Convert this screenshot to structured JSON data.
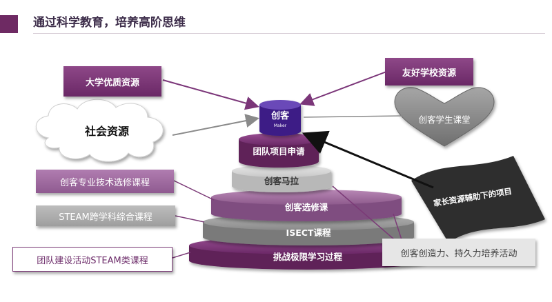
{
  "header": {
    "title": "通过科学教育，培养高阶思维"
  },
  "resources": {
    "university": "大学优质资源",
    "friendly_school": "友好学校资源",
    "social": "社会资源",
    "student_class": "创客学生课堂",
    "parent_project": "家长资源辅助下的项目"
  },
  "pyramid": {
    "top": {
      "label": "创客",
      "sub": "Maker"
    },
    "tiers": [
      "团队项目申请",
      "创客马拉",
      "创客选修课",
      "ISECT课程",
      "挑战极限学习过程"
    ]
  },
  "side_labels": {
    "tech_elective": "创客专业技术选修课程",
    "steam_cross": "STEAM跨学科综合课程",
    "team_steam": "团队建设活动STEAM类课程",
    "creativity": "创客创造力、持久力培养活动"
  },
  "colors": {
    "accent": "#6e2a63",
    "purple": "#7b3679",
    "lilac": "#a070a0",
    "gray": "#a8a8a8",
    "light_gray": "#dcdcdc"
  }
}
